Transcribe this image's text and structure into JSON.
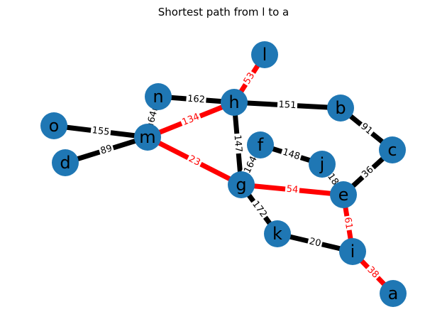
{
  "title": "Shortest path from l to a",
  "colors": {
    "node": "#1f77b4",
    "edge": "#000000",
    "path": "#ff0000",
    "label_bg": "#ffffff"
  },
  "nodes": [
    "l",
    "n",
    "h",
    "b",
    "o",
    "m",
    "f",
    "j",
    "c",
    "d",
    "g",
    "e",
    "k",
    "i",
    "a"
  ],
  "edges": [
    {
      "source": "l",
      "target": "h",
      "weight": "53",
      "on_path": true
    },
    {
      "source": "n",
      "target": "h",
      "weight": "162",
      "on_path": false
    },
    {
      "source": "h",
      "target": "b",
      "weight": "151",
      "on_path": false
    },
    {
      "source": "h",
      "target": "m",
      "weight": "134",
      "on_path": true
    },
    {
      "source": "h",
      "target": "g",
      "weight": "147",
      "on_path": false
    },
    {
      "source": "n",
      "target": "m",
      "weight": "64",
      "on_path": false
    },
    {
      "source": "o",
      "target": "m",
      "weight": "155",
      "on_path": false
    },
    {
      "source": "d",
      "target": "m",
      "weight": "89",
      "on_path": false
    },
    {
      "source": "m",
      "target": "g",
      "weight": "23",
      "on_path": true
    },
    {
      "source": "b",
      "target": "c",
      "weight": "91",
      "on_path": false
    },
    {
      "source": "f",
      "target": "j",
      "weight": "148",
      "on_path": false
    },
    {
      "source": "f",
      "target": "g",
      "weight": "164",
      "on_path": false
    },
    {
      "source": "j",
      "target": "e",
      "weight": "18",
      "on_path": false
    },
    {
      "source": "c",
      "target": "e",
      "weight": "36",
      "on_path": false
    },
    {
      "source": "g",
      "target": "e",
      "weight": "54",
      "on_path": true
    },
    {
      "source": "g",
      "target": "k",
      "weight": "172",
      "on_path": false
    },
    {
      "source": "e",
      "target": "i",
      "weight": "61",
      "on_path": true
    },
    {
      "source": "k",
      "target": "i",
      "weight": "20",
      "on_path": false
    },
    {
      "source": "i",
      "target": "a",
      "weight": "38",
      "on_path": true
    }
  ]
}
